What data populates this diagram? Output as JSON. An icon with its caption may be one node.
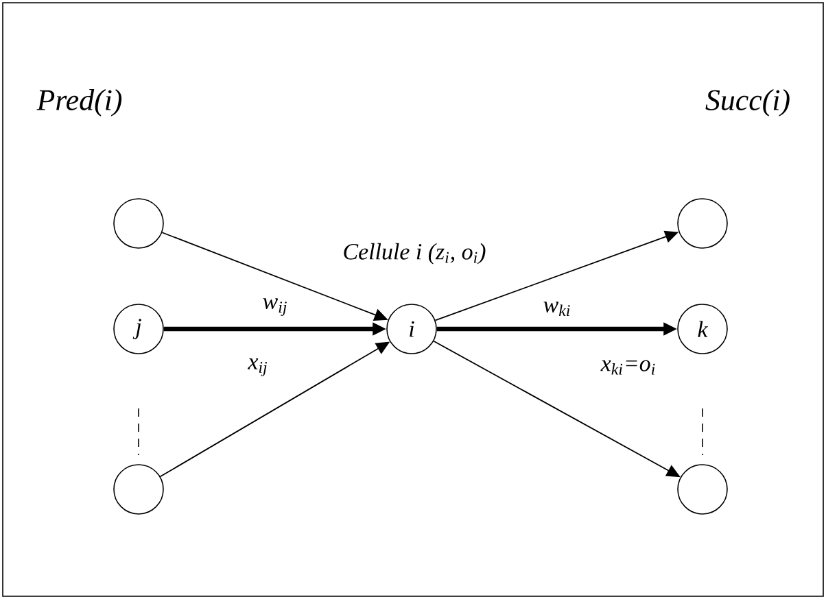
{
  "diagram": {
    "nodes": [
      {
        "text": [],
        "shape": "circle"
      },
      {
        "text": [
          "j"
        ]
      },
      {
        "text": [],
        "shape": "circle"
      },
      {
        "text": [
          "i"
        ],
        "beside": [
          "Cellule i (z$_{i}$, o$_{i}$)"
        ]
      },
      {
        "text": [],
        "shape": "circle"
      },
      {
        "text": [
          "k"
        ]
      },
      {
        "text": [],
        "shape": "circle"
      }
    ],
    "edges": [
      {
        "from": 0,
        "to": 3,
        "arrow": "to"
      },
      {
        "from": 1,
        "to": 3,
        "arrow": "to",
        "style": "thick",
        "label": "w$_{ij}$"
      },
      {
        "from": 2,
        "to": 3,
        "arrow": "to"
      },
      {
        "from": 3,
        "to": 4,
        "arrow": "to"
      },
      {
        "from": 3,
        "to": 5,
        "arrow": "to",
        "style": "thick",
        "label": "w$_{ki}$"
      },
      {
        "from": 3,
        "to": 6,
        "arrow": "to"
      }
    ],
    "labels": [
      "Pred(i)",
      "Succ(i)",
      "x$_{ij}$",
      "x$_{ki}$=o$_{i}$"
    ]
  }
}
